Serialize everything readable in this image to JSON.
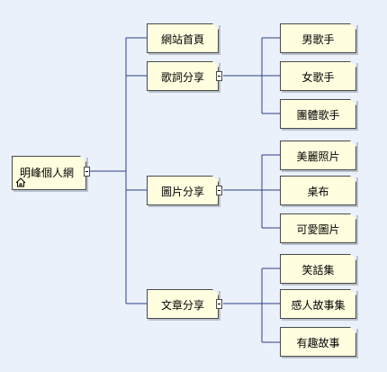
{
  "root": {
    "label": "明峰個人網",
    "icon": "home-icon"
  },
  "branches": [
    {
      "label": "網站首頁",
      "children": []
    },
    {
      "label": "歌詞分享",
      "children": [
        "男歌手",
        "女歌手",
        "團體歌手"
      ]
    },
    {
      "label": "圖片分享",
      "children": [
        "美麗照片",
        "桌布",
        "可愛圖片"
      ]
    },
    {
      "label": "文章分享",
      "children": [
        "笑話集",
        "感人故事集",
        "有趣故事"
      ]
    }
  ],
  "colors": {
    "line": "#2f3f86",
    "note": "#ffffe0",
    "background": "#eaf1fa"
  }
}
